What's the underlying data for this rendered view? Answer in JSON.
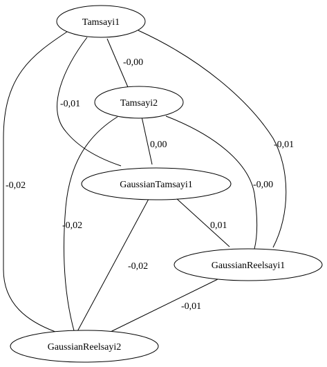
{
  "graph": {
    "nodes": [
      {
        "id": "tamsayi1",
        "label": "Tamsayi1"
      },
      {
        "id": "tamsayi2",
        "label": "Tamsayi2"
      },
      {
        "id": "gaussiantamsayi1",
        "label": "GaussianTamsayi1"
      },
      {
        "id": "gaussianreelsayi1",
        "label": "GaussianReelsayi1"
      },
      {
        "id": "gaussianreelsayi2",
        "label": "GaussianReelsayi2"
      }
    ],
    "edges": [
      {
        "from": "Tamsayi1",
        "to": "Tamsayi2",
        "label": "-0,00"
      },
      {
        "from": "Tamsayi1",
        "to": "GaussianTamsayi1",
        "label": "-0,01"
      },
      {
        "from": "Tamsayi1",
        "to": "GaussianReelsayi1",
        "label": "-0,01"
      },
      {
        "from": "Tamsayi1",
        "to": "GaussianReelsayi2",
        "label": "-0,02"
      },
      {
        "from": "Tamsayi2",
        "to": "GaussianTamsayi1",
        "label": "0,00"
      },
      {
        "from": "Tamsayi2",
        "to": "GaussianReelsayi1",
        "label": "-0,00"
      },
      {
        "from": "Tamsayi2",
        "to": "GaussianReelsayi2",
        "label": "-0,02"
      },
      {
        "from": "GaussianTamsayi1",
        "to": "GaussianReelsayi1",
        "label": "0,01"
      },
      {
        "from": "GaussianTamsayi1",
        "to": "GaussianReelsayi2",
        "label": "-0,02"
      },
      {
        "from": "GaussianReelsayi1",
        "to": "GaussianReelsayi2",
        "label": "-0,01"
      }
    ]
  }
}
